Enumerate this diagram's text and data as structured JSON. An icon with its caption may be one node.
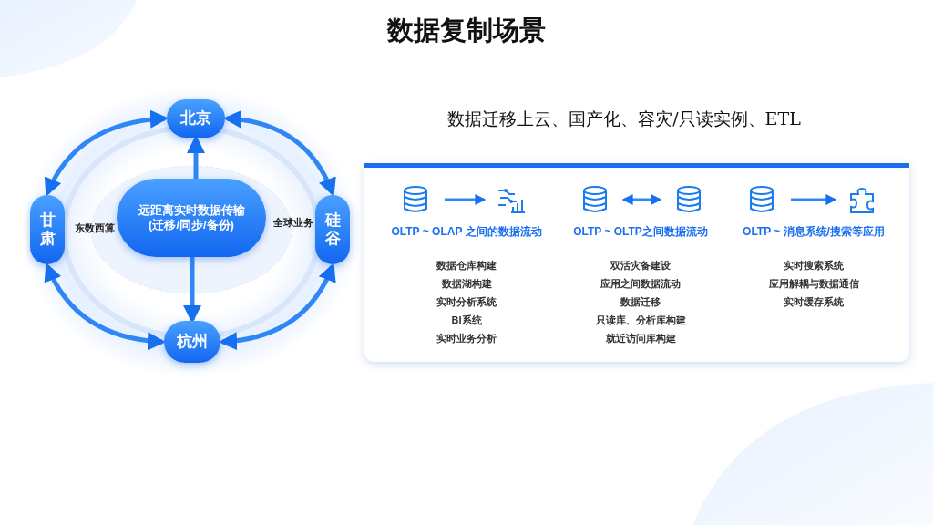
{
  "diagram": {
    "title": "数据复制场景",
    "nodes": [
      {
        "text": [
          "北京"
        ]
      },
      {
        "text": [
          "甘肃"
        ]
      },
      {
        "text": [
          "远距离实时数据传输",
          "(迁移/同步/备份)"
        ]
      },
      {
        "text": [
          "硅谷"
        ]
      },
      {
        "text": [
          "杭州"
        ]
      },
      {
        "text": [],
        "shape": "box"
      },
      {
        "text": [],
        "shape": "cylinder",
        "in": 5
      },
      {
        "text": [],
        "shape": "chart",
        "in": 5
      },
      {
        "text": [],
        "shape": "cylinder",
        "in": 5
      },
      {
        "text": [],
        "shape": "cylinder",
        "in": 5
      },
      {
        "text": [],
        "shape": "cylinder",
        "in": 5
      },
      {
        "text": [],
        "shape": "puzzle",
        "in": 5
      }
    ],
    "edges": [
      {
        "from": 0,
        "to": 1,
        "arrow": "both"
      },
      {
        "from": 0,
        "to": 3,
        "arrow": "both"
      },
      {
        "from": 2,
        "to": 0,
        "arrow": "to"
      },
      {
        "from": 2,
        "to": 4,
        "arrow": "to"
      },
      {
        "from": 1,
        "to": 4,
        "arrow": "both"
      },
      {
        "from": 3,
        "to": 4,
        "arrow": "both"
      },
      {
        "from": 6,
        "to": 7,
        "arrow": "to"
      },
      {
        "from": 8,
        "to": 9,
        "arrow": "both"
      },
      {
        "from": 10,
        "to": 11,
        "arrow": "to"
      }
    ],
    "labels": [
      "东数西算",
      "全球业务",
      "数据迁移上云、国产化、容灾/只读实例、ETL",
      "OLTP ~ OLAP 之间的数据流动",
      "数据仓库构建",
      "数据湖构建",
      "实时分析系统",
      "BI系统",
      "实时业务分析",
      "OLTP ~ OLTP之间数据流动",
      "双活灾备建设",
      "应用之间数据流动",
      "数据迁移",
      "只读库、分析库构建",
      "就近访问库构建",
      "OLTP ~ 消息系统/搜索等应用",
      "实时搜索系统",
      "应用解耦与数据通信",
      "实时缓存系统"
    ]
  }
}
